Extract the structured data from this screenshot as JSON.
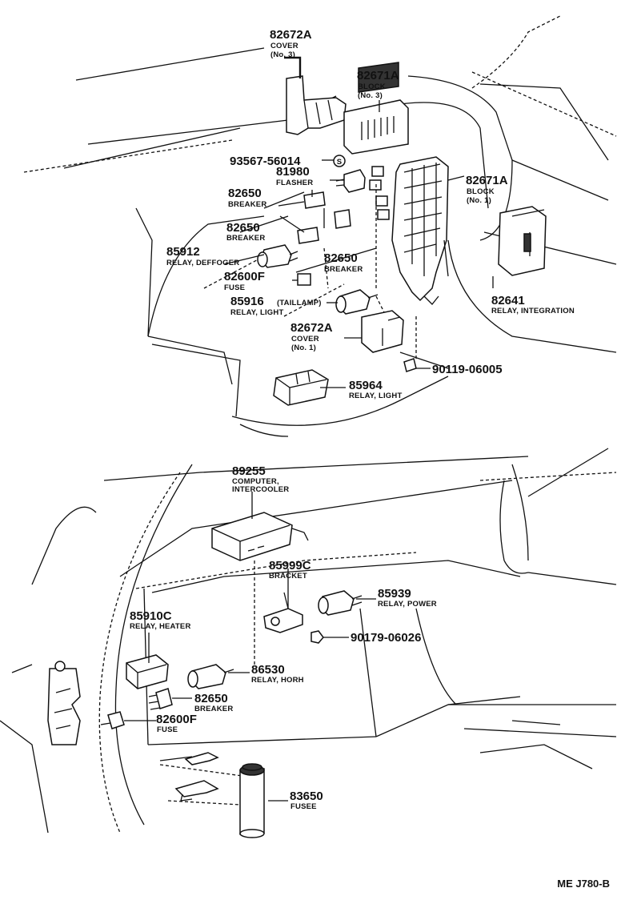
{
  "callouts": [
    {
      "part": "82672A",
      "name": [
        "COVER",
        "(No. 3)"
      ]
    },
    {
      "part": "82671A",
      "name": [
        "BLOCK",
        "(No. 3)"
      ]
    },
    {
      "part": "93567-56014",
      "name": []
    },
    {
      "part": "81980",
      "name": [
        "FLASHER"
      ]
    },
    {
      "part": "82671A",
      "name": [
        "BLOCK",
        "(No. 1)"
      ]
    },
    {
      "part": "82650",
      "name": [
        "BREAKER"
      ]
    },
    {
      "part": "82650",
      "name": [
        "BREAKER"
      ]
    },
    {
      "part": "85912",
      "name": [
        "RELAY, DEFFOGER"
      ]
    },
    {
      "part": "82650",
      "name": [
        "BREAKER"
      ]
    },
    {
      "part": "82600F",
      "name": [
        "FUSE"
      ]
    },
    {
      "part": "82641",
      "name": [
        "RELAY, INTEGRATION"
      ]
    },
    {
      "part": "85916",
      "name": [
        "RELAY, LIGHT"
      ]
    },
    {
      "part": "82672A",
      "name": [
        "COVER",
        "(No. 1)"
      ]
    },
    {
      "part": "90119-06005",
      "name": []
    },
    {
      "part": "85964",
      "name": [
        "RELAY, LIGHT"
      ]
    },
    {
      "part": "89255",
      "name": [
        "COMPUTER,",
        "INTERCOOLER"
      ]
    },
    {
      "part": "85999C",
      "name": [
        "BRACKET"
      ]
    },
    {
      "part": "85939",
      "name": [
        "RELAY, POWER"
      ]
    },
    {
      "part": "85910C",
      "name": [
        "RELAY, HEATER"
      ]
    },
    {
      "part": "90179-06026",
      "name": []
    },
    {
      "part": "86530",
      "name": [
        "RELAY, HORH"
      ]
    },
    {
      "part": "82650",
      "name": [
        "BREAKER"
      ]
    },
    {
      "part": "82600F",
      "name": [
        "FUSE"
      ]
    },
    {
      "part": "83650",
      "name": [
        "FUSEE"
      ]
    }
  ],
  "extras": {
    "taillamp_note": "(TAILLAMP)",
    "screw_marker": "S"
  },
  "reference_code": "ME J780-B"
}
